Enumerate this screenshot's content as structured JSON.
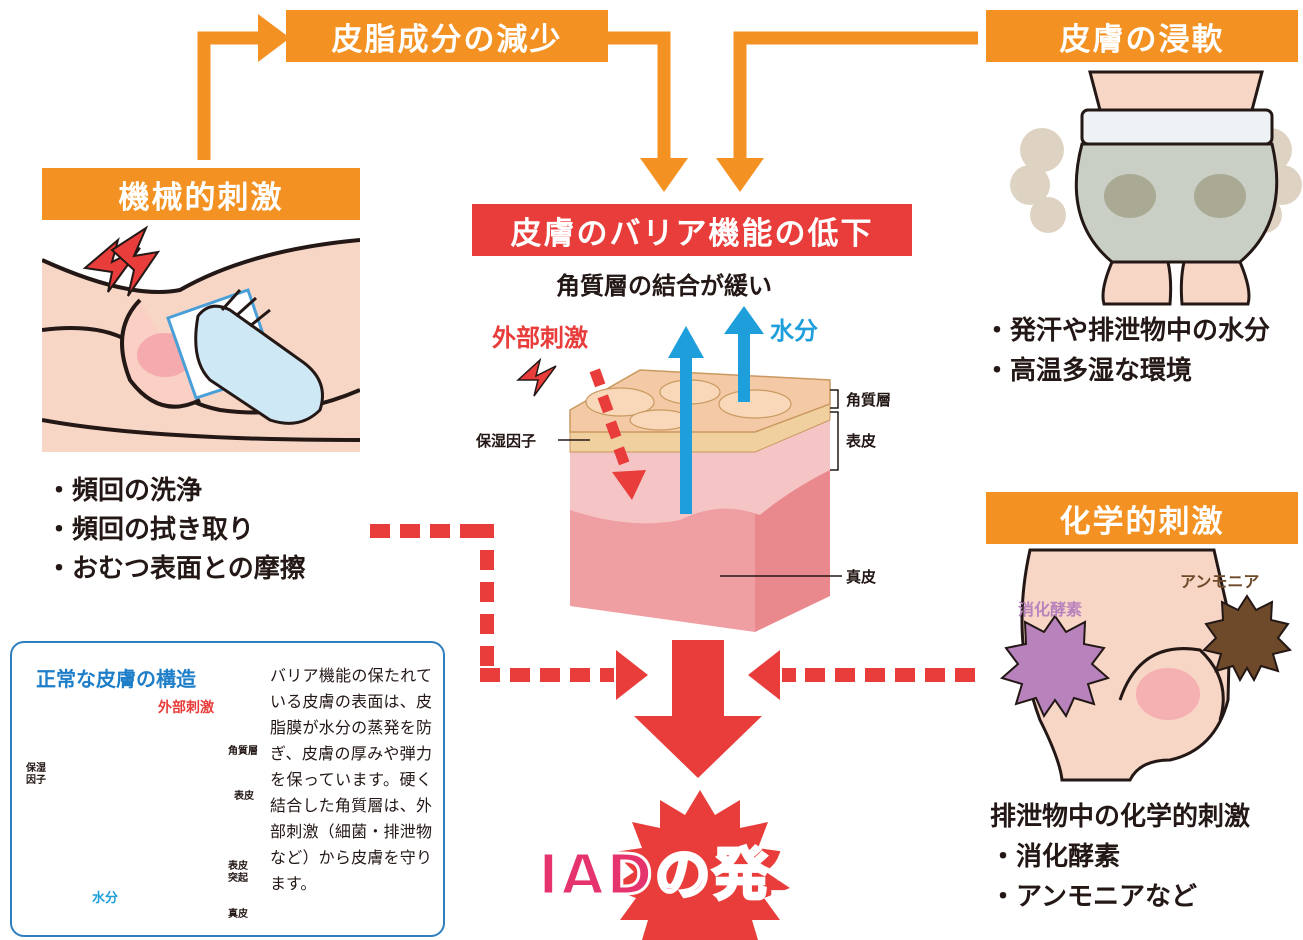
{
  "headings": {
    "sebum": "皮脂成分の減少",
    "maceration": "皮膚の浸軟",
    "mechanical": "機械的刺激",
    "barrier": "皮膚のバリア機能の低下",
    "chemical": "化学的刺激"
  },
  "barrier_subtitle": "角質層の結合が緩い",
  "diagram_labels": {
    "external": "外部刺激",
    "moisture": "水分",
    "stratum_corneum": "角質層",
    "epidermis": "表皮",
    "nmf": "保湿因子",
    "dermis": "真皮"
  },
  "mechanical_items": [
    "・頻回の洗浄",
    "・頻回の拭き取り",
    "・おむつ表面との摩擦"
  ],
  "maceration_items": [
    "・発汗や排泄物中の水分",
    "・高温多湿な環境"
  ],
  "chemical_labels": {
    "enzyme": "消化酵素",
    "ammonia": "アンモニア"
  },
  "chemical_items": [
    "排泄物中の化学的刺激",
    "・消化酵素",
    "・アンモニアなど"
  ],
  "result": "IADの発生",
  "inset": {
    "title": "正常な皮膚の構造",
    "external": "外部刺激",
    "nmf": "保湿\n因子",
    "stratum_corneum": "角質層",
    "epidermis": "表皮",
    "papilla": "表皮\n突起",
    "dermis": "真皮",
    "moisture": "水分",
    "description": "バリア機能の保たれている皮膚の表面は、皮脂膜が水分の蒸発を防ぎ、皮膚の厚みや弾力を保っています。硬く結合した角質層は、外部刺激（細菌・排泄物など）から皮膚を守ります。"
  },
  "colors": {
    "orange": "#f39223",
    "red": "#e83d3a",
    "blue": "#1e9fdc",
    "magenta": "#e5336d",
    "inset_border": "#2f7fbf"
  }
}
